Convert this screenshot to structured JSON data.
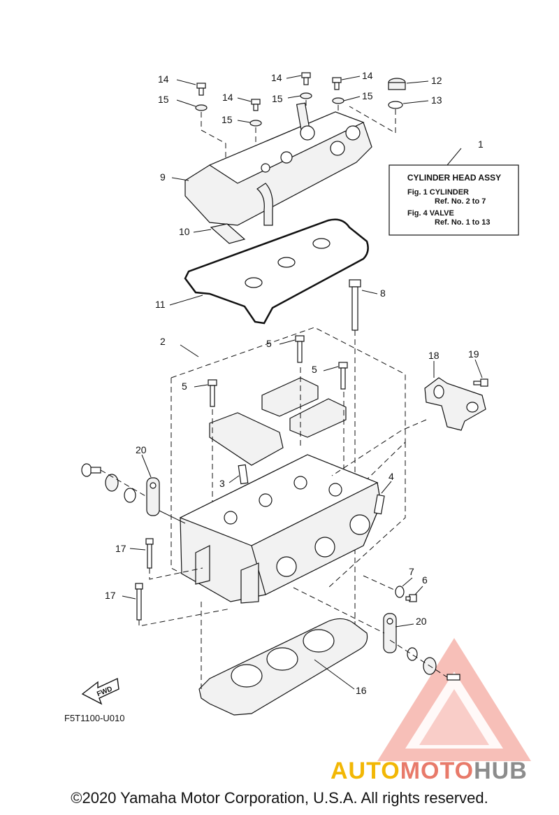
{
  "info_box": {
    "ref": "1",
    "title": "CYLINDER HEAD ASSY",
    "fig1": "Fig. 1 CYLINDER",
    "fig1_ref": "Ref. No. 2 to 7",
    "fig4": "Fig. 4 VALVE",
    "fig4_ref": "Ref. No. 1 to 13"
  },
  "callouts": [
    "14",
    "14",
    "14",
    "14",
    "15",
    "15",
    "15",
    "15",
    "12",
    "13",
    "9",
    "10",
    "11",
    "8",
    "2",
    "5",
    "5",
    "5",
    "18",
    "19",
    "20",
    "3",
    "4",
    "17",
    "17",
    "7",
    "6",
    "20",
    "16"
  ],
  "fwd_label": "FWD",
  "diagram_code": "F5T1100-U010",
  "watermark": {
    "auto": "AUTO",
    "moto": "MOTO",
    "hub": "HUB",
    "colors": {
      "auto": "#f2b705",
      "moto": "#e87a6a",
      "hub": "#8c8c8c"
    }
  },
  "copyright": "©2020 Yamaha Motor Corporation, U.S.A. All rights reserved."
}
